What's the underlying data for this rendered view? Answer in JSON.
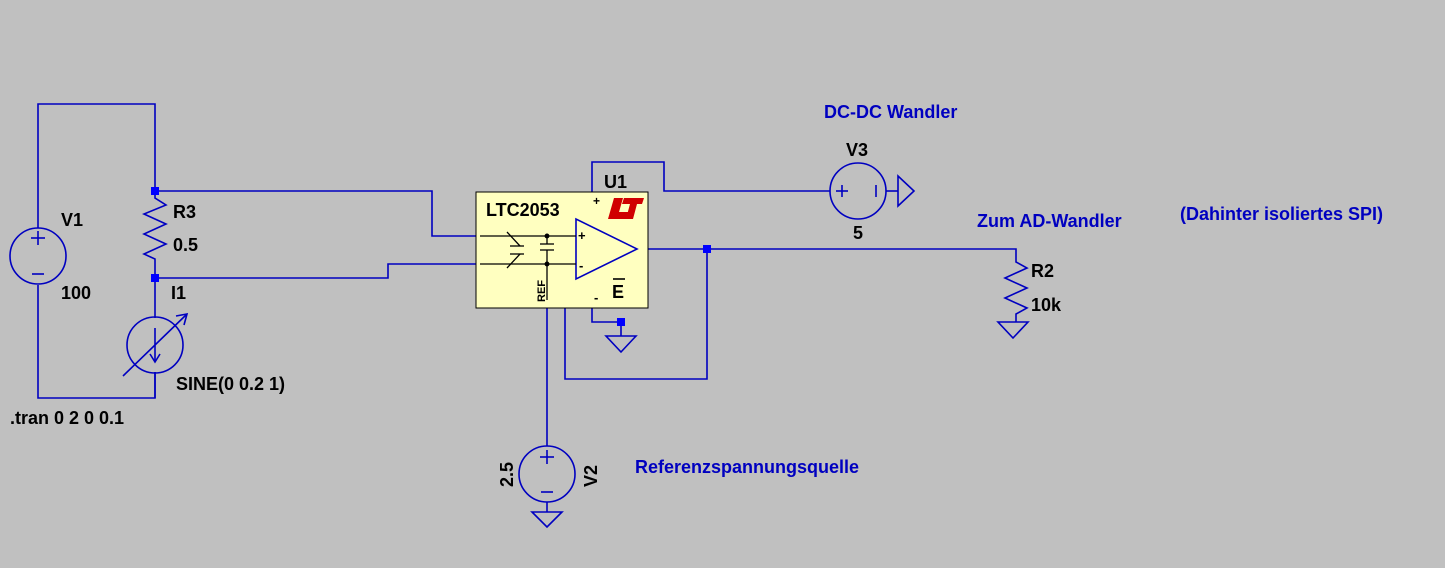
{
  "colors": {
    "background": "#c0c0c0",
    "wire": "#0000c0",
    "component_label": "#000000",
    "annotation": "#0000c0",
    "ic_body": "#ffffc0",
    "logo": "#d00000",
    "junction": "#0000ff"
  },
  "components": {
    "v1": {
      "name": "V1",
      "value": "100"
    },
    "r3": {
      "name": "R3",
      "value": "0.5"
    },
    "i1": {
      "name": "I1",
      "value": "SINE(0 0.2 1)"
    },
    "u1": {
      "name": "U1",
      "part": "LTC2053",
      "ref_pin": "REF",
      "enable_pin": "E",
      "plus_sign": "+",
      "minus_sign": "-"
    },
    "v3": {
      "name": "V3",
      "value": "5"
    },
    "v2": {
      "name": "V2",
      "value": "2.5"
    },
    "r2": {
      "name": "R2",
      "value": "10k"
    }
  },
  "directives": {
    "tran": ".tran 0 2 0 0.1"
  },
  "annotations": {
    "dcdc": "DC-DC Wandler",
    "adc": "Zum AD-Wandler",
    "spi": "(Dahinter isoliertes SPI)",
    "vref": "Referenzspannungsquelle"
  },
  "icons": [
    "voltage-source-icon",
    "current-source-icon",
    "resistor-icon",
    "ground-icon",
    "opamp-icon",
    "lt-logo-icon"
  ]
}
